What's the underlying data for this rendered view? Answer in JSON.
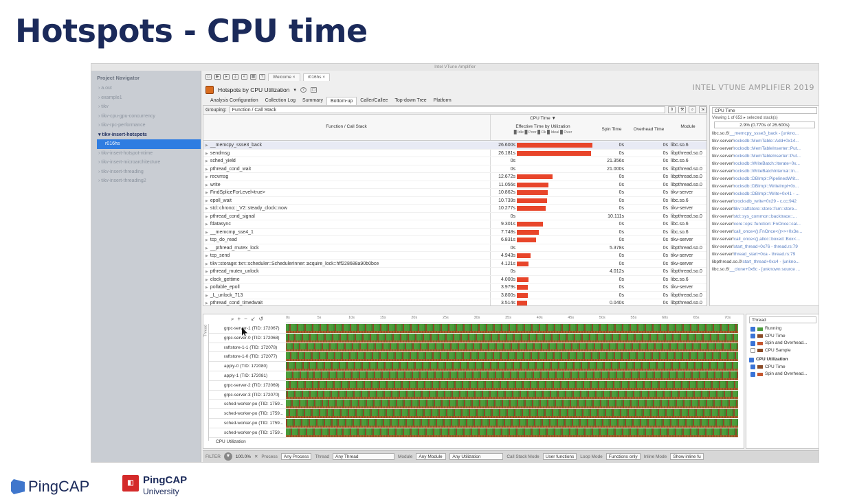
{
  "slide": {
    "title": "Hotspots - CPU time"
  },
  "app": {
    "window_title": "Intel VTune Amplifier",
    "tabs": [
      "Welcome",
      "r016hs"
    ],
    "brand": "INTEL VTUNE AMPLIFIER 2019",
    "analysis_title": "Hotspots by CPU Utilization",
    "subtabs": [
      "Analysis Configuration",
      "Collection Log",
      "Summary",
      "Bottom-up",
      "Caller/Callee",
      "Top-down Tree",
      "Platform"
    ],
    "active_subtab": "Bottom-up"
  },
  "navigator": {
    "title": "Project Navigator",
    "items": [
      {
        "label": "a.out",
        "state": "closed"
      },
      {
        "label": "example1",
        "state": "closed"
      },
      {
        "label": "tikv",
        "state": "closed"
      },
      {
        "label": "tikv-cpu-gpu-concurrency",
        "state": "closed"
      },
      {
        "label": "tikv-rpc-performance",
        "state": "closed"
      },
      {
        "label": "tikv-insert-hotspots",
        "state": "open"
      },
      {
        "label": "r016hs",
        "state": "selected"
      },
      {
        "label": "tikv-insert-hotspot-ntime",
        "state": "closed"
      },
      {
        "label": "tikv-insert-microarchitecture",
        "state": "closed"
      },
      {
        "label": "tikv-insert-threading",
        "state": "closed"
      },
      {
        "label": "tikv-insert-threading2",
        "state": "closed"
      }
    ]
  },
  "grid": {
    "grouping_label": "Grouping:",
    "grouping_value": "Function / Call Stack",
    "headers": {
      "function": "Function / Call Stack",
      "cpu_time": "CPU Time ▼",
      "effective": "Effective Time by Utilization",
      "legend": "█ Idle  █ Poor  █ Ok  █ Ideal  █ Over",
      "spin": "Spin Time",
      "overhead": "Overhead Time",
      "module": "Module"
    },
    "rows": [
      {
        "fn": "__memcpy_ssse3_back",
        "cpu": "26.600s",
        "cpu_val": 26.6,
        "spin": "0s",
        "over": "0s",
        "mod": "libc.so.6"
      },
      {
        "fn": "sendmsg",
        "cpu": "26.181s",
        "cpu_val": 26.181,
        "spin": "0s",
        "over": "0s",
        "mod": "libpthread.so.0"
      },
      {
        "fn": "sched_yield",
        "cpu": "0s",
        "cpu_val": 0,
        "spin": "21.356s",
        "over": "0s",
        "mod": "libc.so.6"
      },
      {
        "fn": "pthread_cond_wait",
        "cpu": "0s",
        "cpu_val": 0,
        "spin": "21.000s",
        "over": "0s",
        "mod": "libpthread.so.0"
      },
      {
        "fn": "recvmsg",
        "cpu": "12.672s",
        "cpu_val": 12.672,
        "spin": "0s",
        "over": "0s",
        "mod": "libpthread.so.0"
      },
      {
        "fn": "write",
        "cpu": "11.056s",
        "cpu_val": 11.056,
        "spin": "0s",
        "over": "0s",
        "mod": "libpthread.so.0"
      },
      {
        "fn": "FindSpliceForLevel<true>",
        "cpu": "10.862s",
        "cpu_val": 10.862,
        "spin": "0s",
        "over": "0s",
        "mod": "tikv-server"
      },
      {
        "fn": "epoll_wait",
        "cpu": "10.739s",
        "cpu_val": 10.739,
        "spin": "0s",
        "over": "0s",
        "mod": "libc.so.6"
      },
      {
        "fn": "std::chrono::_V2::steady_clock::now",
        "cpu": "10.277s",
        "cpu_val": 10.277,
        "spin": "0s",
        "over": "0s",
        "mod": "tikv-server"
      },
      {
        "fn": "pthread_cond_signal",
        "cpu": "0s",
        "cpu_val": 0,
        "spin": "10.111s",
        "over": "0s",
        "mod": "libpthread.so.0"
      },
      {
        "fn": "fdatasync",
        "cpu": "9.301s",
        "cpu_val": 9.301,
        "spin": "0s",
        "over": "0s",
        "mod": "libc.so.6"
      },
      {
        "fn": "__memcmp_sse4_1",
        "cpu": "7.748s",
        "cpu_val": 7.748,
        "spin": "0s",
        "over": "0s",
        "mod": "libc.so.6"
      },
      {
        "fn": "tcp_do_read",
        "cpu": "6.831s",
        "cpu_val": 6.831,
        "spin": "0s",
        "over": "0s",
        "mod": "tikv-server"
      },
      {
        "fn": "__pthread_mutex_lock",
        "cpu": "0s",
        "cpu_val": 0,
        "spin": "5.378s",
        "over": "0s",
        "mod": "libpthread.so.0"
      },
      {
        "fn": "tcp_send",
        "cpu": "4.943s",
        "cpu_val": 4.943,
        "spin": "0s",
        "over": "0s",
        "mod": "tikv-server"
      },
      {
        "fn": "tikv::storage::txn::scheduler::SchedulerInner::acquire_lock::hff228688a90b0bce",
        "cpu": "4.121s",
        "cpu_val": 4.121,
        "spin": "0s",
        "over": "0s",
        "mod": "tikv-server"
      },
      {
        "fn": "pthread_mutex_unlock",
        "cpu": "0s",
        "cpu_val": 0,
        "spin": "4.012s",
        "over": "0s",
        "mod": "libpthread.so.0"
      },
      {
        "fn": "clock_gettime",
        "cpu": "4.000s",
        "cpu_val": 4.0,
        "spin": "0s",
        "over": "0s",
        "mod": "libc.so.6"
      },
      {
        "fn": "pollable_epoll",
        "cpu": "3.979s",
        "cpu_val": 3.979,
        "spin": "0s",
        "over": "0s",
        "mod": "tikv-server"
      },
      {
        "fn": "_L_unlock_713",
        "cpu": "3.800s",
        "cpu_val": 3.8,
        "spin": "0s",
        "over": "0s",
        "mod": "libpthread.so.0"
      },
      {
        "fn": "pthread_cond_timedwait",
        "cpu": "3.514s",
        "cpu_val": 3.514,
        "spin": "0.040s",
        "over": "0s",
        "mod": "libpthread.so.0"
      }
    ]
  },
  "stack": {
    "select": "CPU Time",
    "viewing": "Viewing    1 of 653  ▸  selected stack(s)",
    "percent": "2.9% (0.770s of 26.600s)",
    "items": [
      {
        "m": "libc.so.6!",
        "f": "__memcpy_ssse3_back - [unkno..."
      },
      {
        "m": "tikv-server!",
        "f": "rocksdb::MemTable::Add+0x14..."
      },
      {
        "m": "tikv-server!",
        "f": "rocksdb::MemTableInserter::Put..."
      },
      {
        "m": "tikv-server!",
        "f": "rocksdb::MemTableInserter::Put..."
      },
      {
        "m": "tikv-server!",
        "f": "rocksdb::WriteBatch::Iterate+0x..."
      },
      {
        "m": "tikv-server!",
        "f": "rocksdb::WriteBatchInternal::In..."
      },
      {
        "m": "tikv-server!",
        "f": "rocksdb::DBImpl::PipelinedWrit..."
      },
      {
        "m": "tikv-server!",
        "f": "rocksdb::DBImpl::WriteImpl+0x..."
      },
      {
        "m": "tikv-server!",
        "f": "rocksdb::DBImpl::Write+0x41 - ..."
      },
      {
        "m": "tikv-server!",
        "f": "crocksdb_write+0x29 - c.cc:942"
      },
      {
        "m": "tikv-server!",
        "f": "tikv::raftstore::store::fsm::store..."
      },
      {
        "m": "tikv-server!",
        "f": "std::sys_common::backtrace::..."
      },
      {
        "m": "tikv-server!",
        "f": "core::ops::function::FnOnce::cal..."
      },
      {
        "m": "tikv-server!",
        "f": "call_once<(),FnOnce<()>>+0x3e..."
      },
      {
        "m": "tikv-server!",
        "f": "call_once<(),alloc::boxed::Box<..."
      },
      {
        "m": "tikv-server!",
        "f": "start_thread+0x76 - thread.rs:79"
      },
      {
        "m": "tikv-server!",
        "f": "thread_start+0xa - thread.rs:79"
      },
      {
        "m": "libpthread.so.0!",
        "f": "start_thread+0xc4 - [unkno..."
      },
      {
        "m": "libc.so.6!",
        "f": "__clone+0x6c - [unknown source ..."
      }
    ]
  },
  "timeline": {
    "axis_label": "Thread",
    "ticks": [
      "0s",
      "5s",
      "10s",
      "15s",
      "20s",
      "25s",
      "30s",
      "35s",
      "40s",
      "45s",
      "50s",
      "55s",
      "60s",
      "65s",
      "70s"
    ],
    "threads": [
      "grpc-server-1 (TID: 172067)",
      "grpc-server-0 (TID: 172068)",
      "raftstore-1-1 (TID: 172078)",
      "raftstore-1-0 (TID: 172077)",
      "apply-0 (TID: 172080)",
      "apply-1 (TID: 172081)",
      "grpc-server-2 (TID: 172069)",
      "grpc-server-3 (TID: 172070)",
      "sched-worker-po (TID: 1759...",
      "sched-worker-po (TID: 1759...",
      "sched-worker-po (TID: 1759...",
      "sched-worker-po (TID: 1759..."
    ],
    "cpu_utilization_label": "CPU Utilization"
  },
  "legend": {
    "select": "Thread",
    "thread_items": [
      {
        "label": "Running",
        "checked": true,
        "color": "#4a9a3a"
      },
      {
        "label": "CPU Time",
        "checked": true,
        "color": "#8a4a26"
      },
      {
        "label": "Spin and Overhead...",
        "checked": true,
        "color": "#c4562e"
      },
      {
        "label": "CPU Sample",
        "checked": false,
        "color": "#8a4a26"
      }
    ],
    "group2": "CPU Utilization",
    "util_items": [
      {
        "label": "CPU Time",
        "checked": true,
        "color": "#8a4a26"
      },
      {
        "label": "Spin and Overhead...",
        "checked": true,
        "color": "#c4562e"
      }
    ]
  },
  "filterbar": {
    "filter": "FILTER",
    "percent": "100.0%",
    "process_label": "Process",
    "process": "Any Process",
    "thread_label": "Thread",
    "thread": "Any Thread",
    "module_label": "Module",
    "module": "Any Module",
    "util": "Any Utilization",
    "callstack_label": "Call Stack Mode",
    "callstack": "User functions",
    "loop_label": "Loop Mode",
    "loop": "Functions only",
    "inline_label": "Inline Mode",
    "inline": "Show inline fu"
  },
  "footer": {
    "pingcap": "PingCAP",
    "university_a": "PingCAP",
    "university_b": "University"
  }
}
